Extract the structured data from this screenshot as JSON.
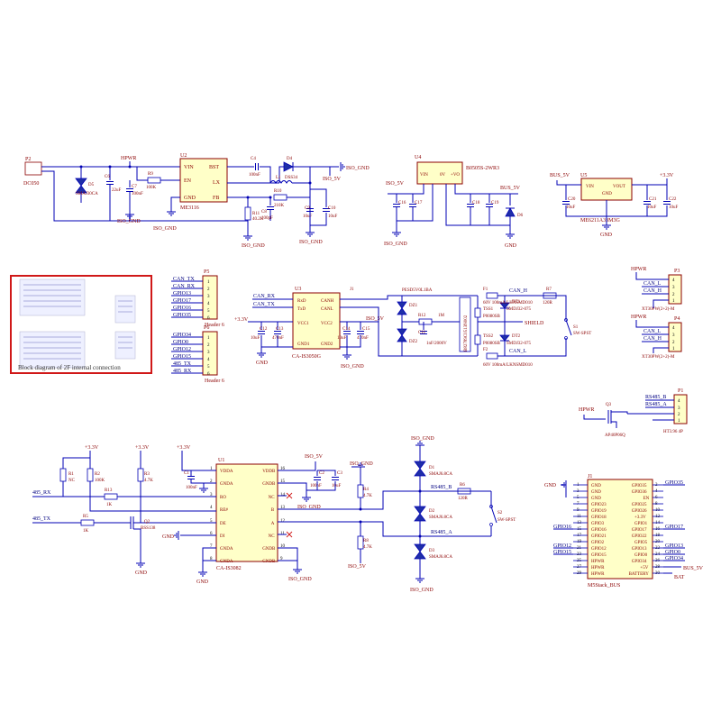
{
  "colors": {
    "wire": "#0000b4",
    "component": "#8b0000",
    "ic_fill": "#ffffc8",
    "highlight_box": "#d01818"
  },
  "note": "Block diagram of 2F internal connection",
  "power_stage": {
    "connector": "P2",
    "connector_value": "DC050",
    "hpwr": "HPWR",
    "d5": "D5",
    "d5_value": "SMAJ30CA",
    "c6": "C6",
    "c6_value": "22uF",
    "r9": "R9",
    "r9_value": "100K",
    "c7": "C7",
    "c7_value": "100nF",
    "u2": "U2",
    "u2_value": "ME3116",
    "u2_pins": {
      "vin": "VIN",
      "en": "EN",
      "gnd": "GND",
      "bst": "BST",
      "lx": "LX",
      "fb": "FB"
    },
    "c4": "C4",
    "c4_value": "100nF",
    "d4": "D4",
    "d4_value": "DSS34",
    "l1": "L1",
    "r10": "R10",
    "r10_value": "210K",
    "r11": "R11",
    "r11_value": "40.2K",
    "c8": "C8",
    "c8_value": "100pF",
    "c9": "C9",
    "c9_value": "10uF",
    "c10": "C10",
    "c10_value": "10uF",
    "iso_gnd": "ISO_GND",
    "iso_5v": "ISO_5V"
  },
  "isolated_dcdc": {
    "u4": "U4",
    "u4_value": "B0505S-2WR3",
    "pins": {
      "vin": "VIN",
      "zero_v": "0V",
      "plus_vo": "+VO"
    },
    "iso_5v": "ISO_5V",
    "bus_5v": "BUS_5V",
    "c16": "C16",
    "c17": "C17",
    "c18": "C18",
    "c19": "C19",
    "d6": "D6",
    "iso_gnd": "ISO_GND",
    "gnd": "GND"
  },
  "ldo": {
    "u5": "U5",
    "u5_value": "ME6211A33M3G",
    "pins": {
      "vin": "VIN",
      "gnd": "GND",
      "vout": "VOUT"
    },
    "bus_5v": "BUS_5V",
    "v33": "+3.3V",
    "c20": "C20",
    "c20_value": "10uF",
    "c21": "C21",
    "c21_value": "10uF",
    "c22": "C22",
    "c22_value": "10uF",
    "gnd": "GND"
  },
  "header5": {
    "ref": "P5",
    "value": "Header 6",
    "signals": [
      "CAN_TX",
      "CAN_RX",
      "GPIO13",
      "GPIO17",
      "GPIO16",
      "GPIO35"
    ],
    "pins": [
      "1",
      "2",
      "3",
      "4",
      "5",
      "6"
    ]
  },
  "header6": {
    "ref": "P6",
    "value": "Header 6",
    "signals": [
      "GPIO34",
      "GPIO0",
      "GPIO12",
      "GPIO15",
      "485_TX",
      "485_RX"
    ],
    "pins": [
      "1",
      "2",
      "3",
      "4",
      "5",
      "6"
    ]
  },
  "can": {
    "u3": "U3",
    "u3_value": "CA-IS3050G",
    "left_pins": [
      "RxD",
      "TxD",
      "VCC1",
      "GND1"
    ],
    "right_pins": [
      "CANH",
      "CANL",
      "VCC2",
      "GND2"
    ],
    "can_rx": "CAN_RX",
    "can_tx": "CAN_TX",
    "v33": "+3.3V",
    "iso_5v": "ISO_5V",
    "c12": "C12",
    "c12_value": "10uF",
    "c13": "C13",
    "c13_value": "470nF",
    "c14": "C14",
    "c14_value": "10uF",
    "c15": "C15",
    "c15_value": "470nF",
    "gnd": "GND",
    "iso_gnd": "ISO_GND",
    "j1": "J1",
    "tvs_dz": "PESD5V0L1BA",
    "dz1": "DZ1",
    "dz2": "DZ2",
    "r12": "R12",
    "r13": "1M",
    "c11": "C11",
    "c11_value": "1nF/2000V",
    "lr": "B82789C0513N002",
    "tss1": "TSS1",
    "tss1_value": "P0080SB",
    "tss2": "TSS2",
    "dt1": "DT1",
    "dt1_value": "SMDJ32-075",
    "dt2": "DT2",
    "dt2_value": "SMDJ32-075",
    "shield": "SHIELD",
    "f1": "F1",
    "f1_value": "60V 100mA/LKNSMD010",
    "f2": "F2",
    "f2_value": "60V 100mA/LKNSMD010",
    "can_h": "CAN_H",
    "can_l": "CAN_L",
    "r7": "R7",
    "r7_value": "120R",
    "s1": "S1",
    "s1_value": "SW-SPST"
  },
  "conn_p3": {
    "ref": "P3",
    "value": "XT30PW(2+2)-M",
    "hpwr": "HPWR",
    "signals": [
      "CAN_L",
      "CAN_H"
    ],
    "pins": [
      "4",
      "3",
      "2",
      "1"
    ]
  },
  "conn_p4": {
    "ref": "P4",
    "value": "XT30PW(2+2)-M",
    "hpwr": "HPWR",
    "signals": [
      "CAN_L",
      "CAN_H"
    ],
    "pins": [
      "4",
      "3",
      "2",
      "1"
    ]
  },
  "conn_p1": {
    "ref": "P1",
    "value": "HT3.96 4P",
    "q3": "Q3",
    "q3_value": "AP40P06Q",
    "hpwr": "HPWR",
    "signals": [
      "RS485_B",
      "RS485_A"
    ],
    "pins": [
      "4",
      "3",
      "2",
      "1"
    ]
  },
  "rs485": {
    "u1": "U1",
    "u1_value": "CA-IS3082",
    "left_pins": [
      "VDDA",
      "GNDA",
      "RO",
      "RE#",
      "DE",
      "DI",
      "GNDA",
      "GNDA"
    ],
    "left_nums": [
      "1",
      "2",
      "3",
      "4",
      "5",
      "6",
      "7",
      "8"
    ],
    "right_pins": [
      "VDDB",
      "GNDB",
      "NC",
      "B",
      "A",
      "NC",
      "GNDB",
      "GNDB"
    ],
    "right_nums": [
      "16",
      "15",
      "14",
      "13",
      "12",
      "11",
      "10",
      "9"
    ],
    "v33": "+3.3V",
    "r1": "R1",
    "r1_value": "NC",
    "r2": "R2",
    "r2_value": "100K",
    "r3": "R3",
    "r3_value": "4.7K",
    "c1": "C1",
    "c1_value": "100nF",
    "r13": "R13",
    "r13_value": "1K",
    "r5": "R5",
    "r5_value": "1K",
    "q2": "Q2",
    "q2_value": "BSS138",
    "rx": "485_RX",
    "tx": "485_TX",
    "gnd": "GND",
    "iso_5v": "ISO_5V",
    "iso_gnd": "ISO_GND",
    "c2": "C2",
    "c2_value": "100nF",
    "c3": "C3",
    "c3_value": "10uF",
    "r4": "R4",
    "r4_value": "4.7K",
    "r8": "R8",
    "r8_value": "4.7K",
    "d1": "D1",
    "d1_value": "SMAJ6.8CA",
    "d2": "D2",
    "d2_value": "SMAJ6.8CA",
    "d3": "D3",
    "d3_value": "SMAJ6.8CA",
    "rs485_b": "RS485_B",
    "rs485_a": "RS485_A",
    "r6": "R6",
    "r6_value": "120R",
    "s2": "S2",
    "s2_value": "SW-SPST"
  },
  "m5bus": {
    "ref": "J1",
    "value": "M5Stack_BUS",
    "left_pins": [
      "GND",
      "GND",
      "GND",
      "GPIO23",
      "GPIO19",
      "GPIO18",
      "GPIO3",
      "GPIO16",
      "GPIO21",
      "GPIO2",
      "GPIO12",
      "GPIO15",
      "HPWR",
      "HPWR",
      "HPWR"
    ],
    "right_pins": [
      "GPIO35",
      "GPIO36",
      "EN",
      "GPIO25",
      "GPIO26",
      "+3.3V",
      "GPIO1",
      "GPIO17",
      "GPIO22",
      "GPIO5",
      "GPIO13",
      "GPIO0",
      "GPIO34",
      "+5V",
      "BATTERY"
    ],
    "left_nums": [
      "1",
      "3",
      "5",
      "7",
      "9",
      "11",
      "13",
      "15",
      "17",
      "19",
      "21",
      "23",
      "25",
      "27",
      "29"
    ],
    "right_nums": [
      "2",
      "4",
      "6",
      "8",
      "10",
      "12",
      "14",
      "16",
      "18",
      "20",
      "22",
      "24",
      "26",
      "28",
      "30"
    ],
    "gnd": "GND",
    "bus_5v": "BUS_5V",
    "bat": "BAT",
    "ext_right": [
      "GPIO35",
      "GPIO17",
      "GPIO13",
      "GPIO0",
      "GPIO34"
    ],
    "ext_left": [
      "GPIO16",
      "GPIO12",
      "GPIO15"
    ]
  }
}
